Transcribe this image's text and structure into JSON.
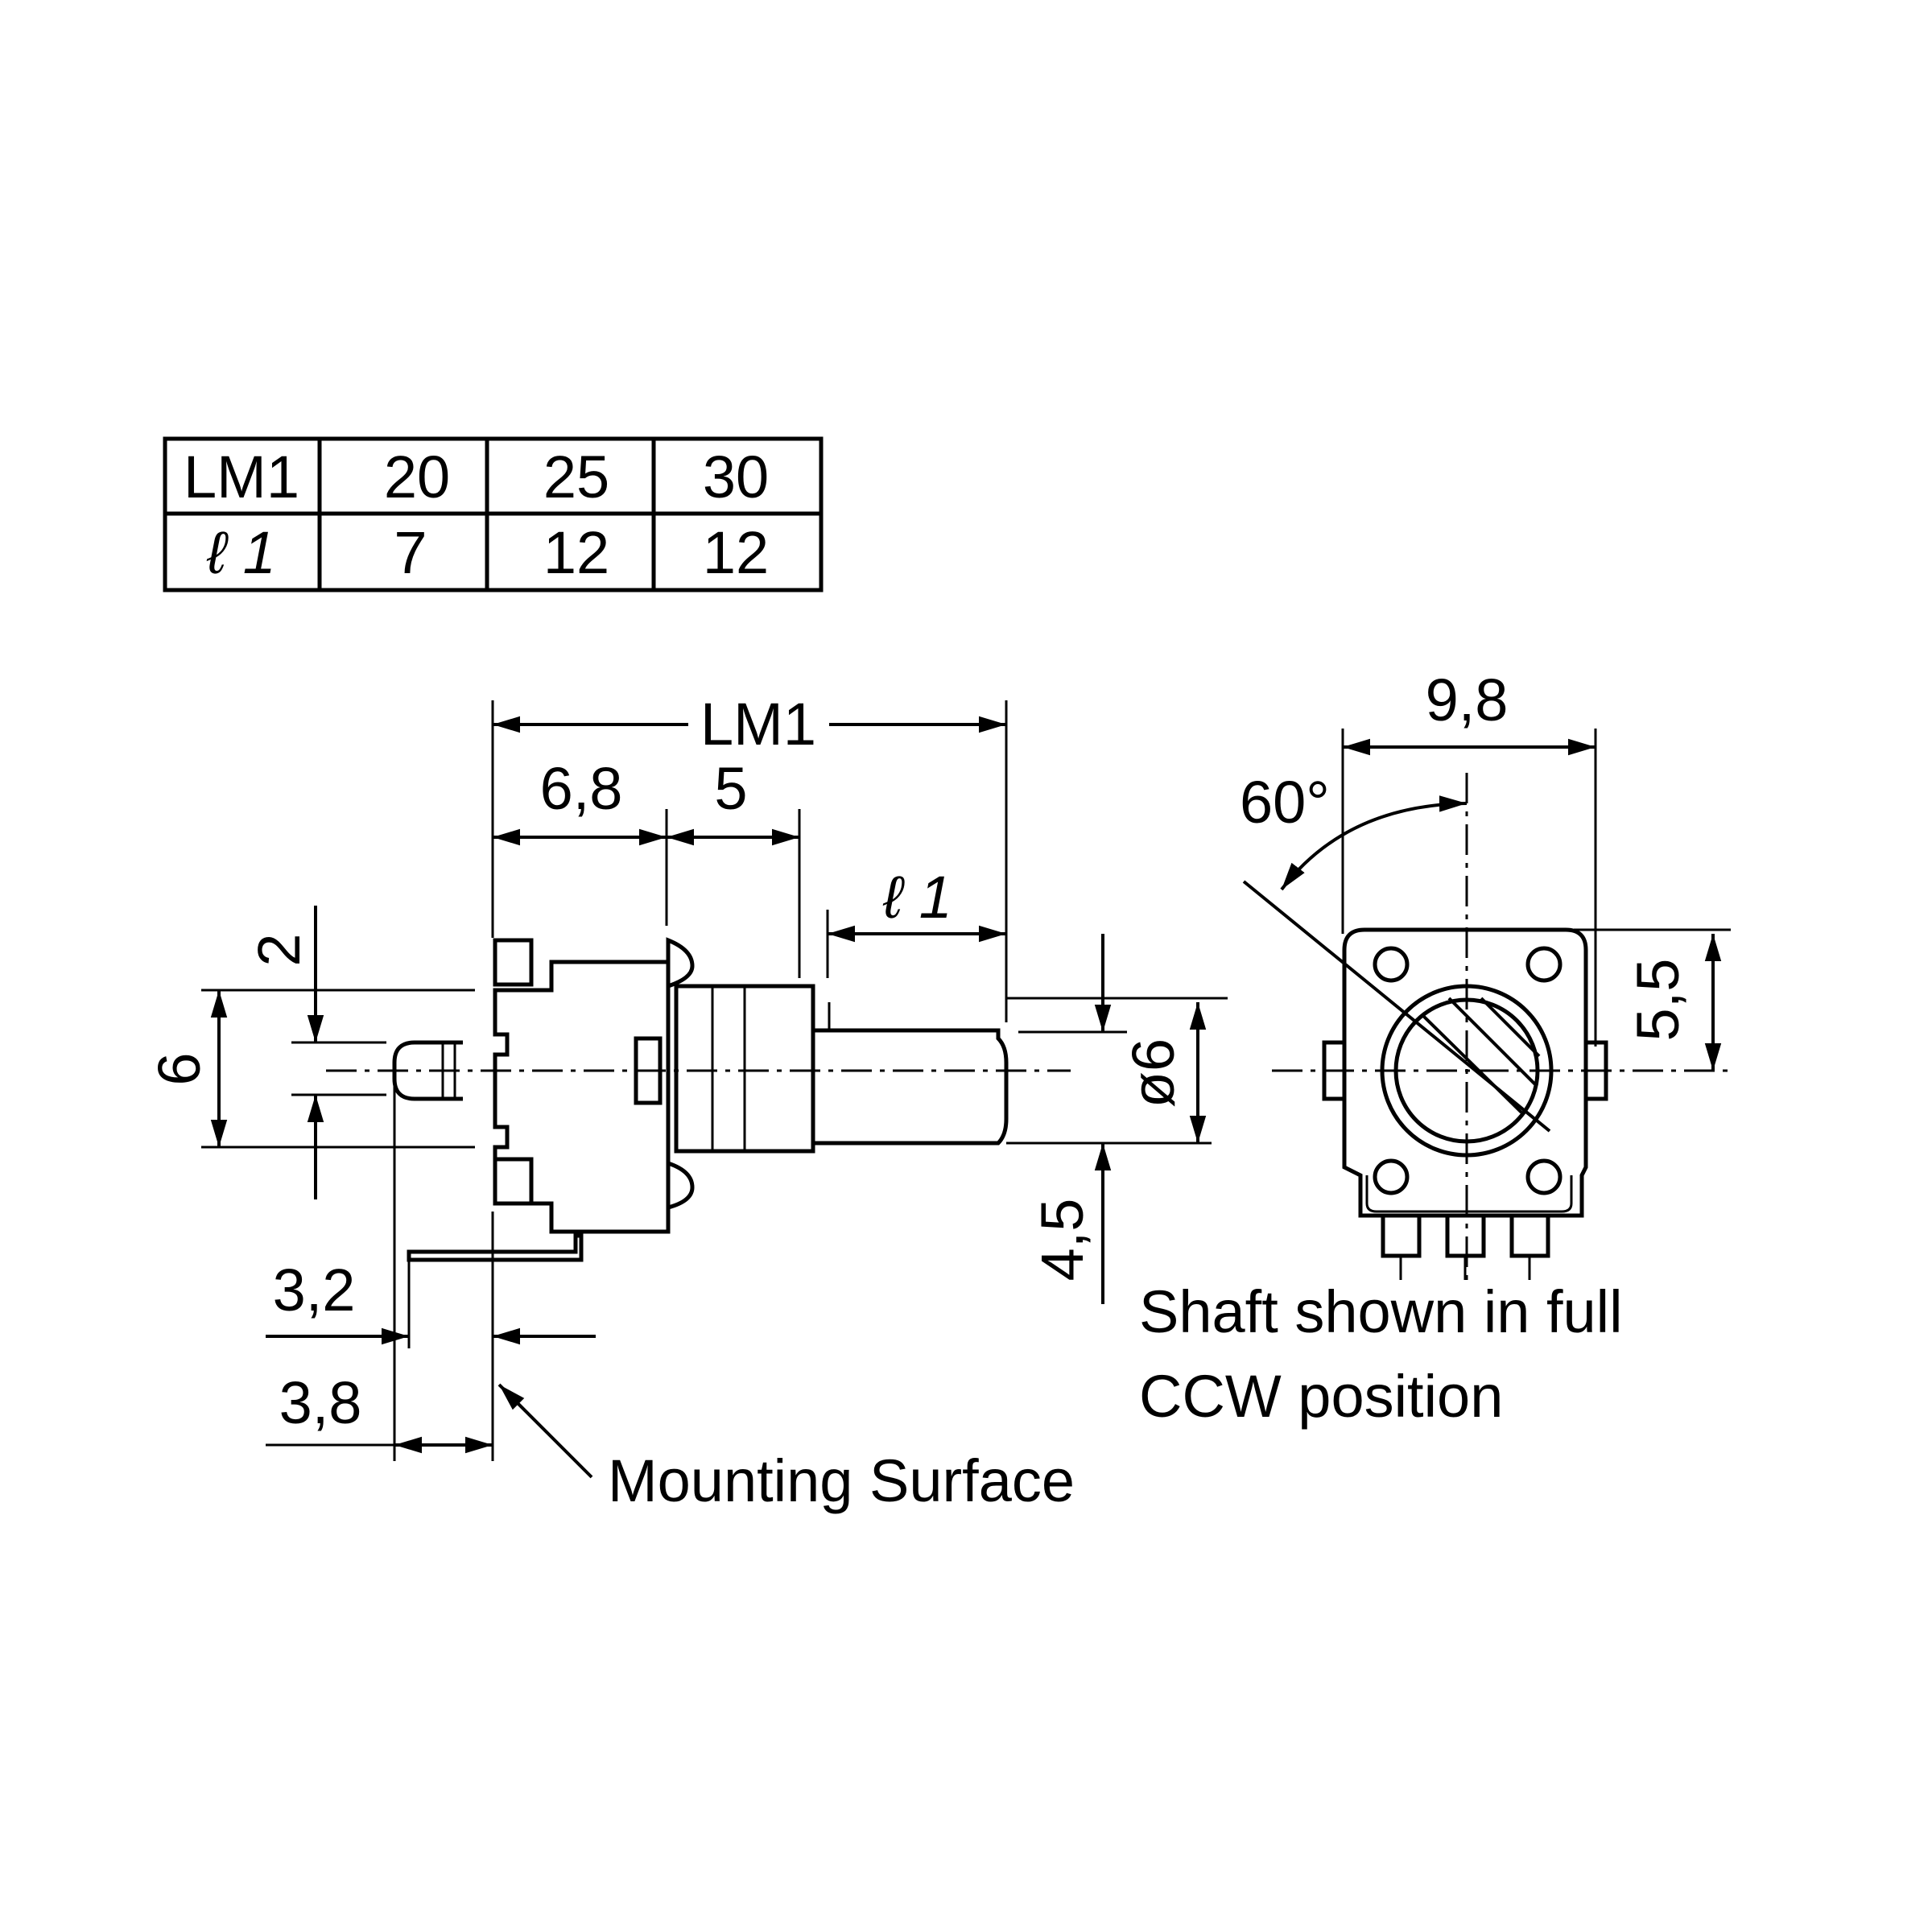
{
  "table": {
    "header": [
      "LM1",
      "20",
      "25",
      "30"
    ],
    "row": [
      "ℓ 1",
      "7",
      "12",
      "12"
    ]
  },
  "dimensions": {
    "lm1": "LM1",
    "d_6_8": "6,8",
    "d_5": "5",
    "l1": "ℓ 1",
    "d_2": "2",
    "d_6": "6",
    "diam_6": "ø6",
    "d_4_5": "4,5",
    "d_3_2": "3,2",
    "d_3_8": "3,8",
    "d_9_8": "9,8",
    "angle_60": "60°",
    "d_5_5": "5,5"
  },
  "labels": {
    "mounting_surface": "Mounting Surface",
    "note_line1": "Shaft shown in full",
    "note_line2": "CCW position"
  }
}
